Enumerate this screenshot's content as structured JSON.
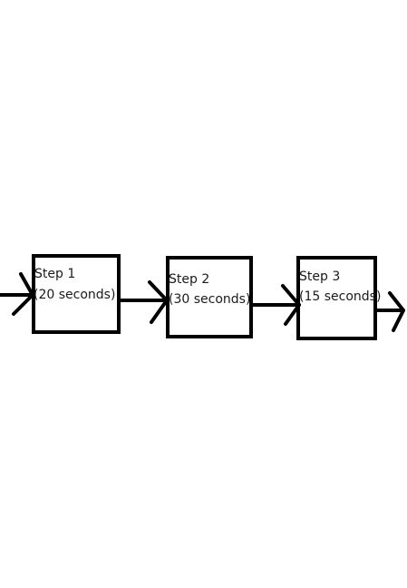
{
  "steps": [
    {
      "title": "Step 1",
      "duration": "(20 seconds)"
    },
    {
      "title": "Step 2",
      "duration": "(30 seconds)"
    },
    {
      "title": "Step 3",
      "duration": "(15 seconds)"
    }
  ],
  "colors": {
    "stroke": "#000000",
    "text": "#1a1a1a",
    "background": "#ffffff"
  }
}
